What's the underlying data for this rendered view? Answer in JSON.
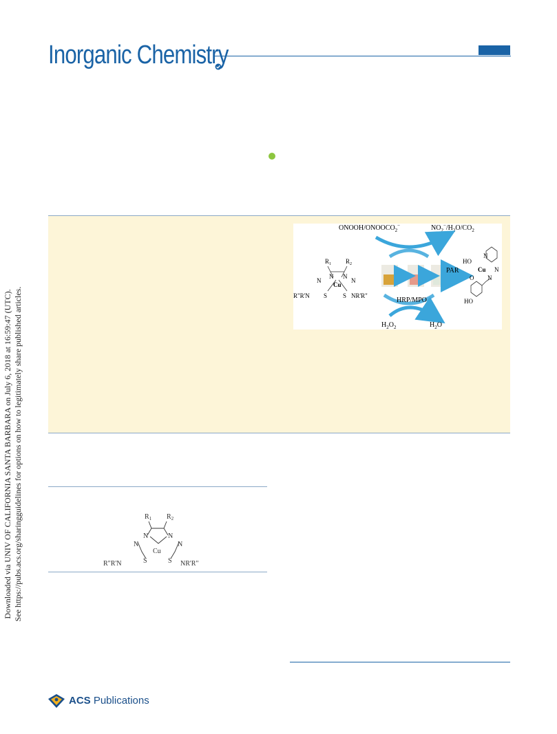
{
  "header": {
    "journal_title": "Inorganic Chemistry"
  },
  "side_note": {
    "line1": "Downloaded via UNIV OF CALIFORNIA SANTA BARBARA on July 6, 2018 at 16:59:47 (UTC).",
    "line2": "See https://pubs.acs.org/sharingguidelines for options on how to legitimately share published articles."
  },
  "toc_graphic": {
    "top_left_label": "ONOOH/ONOOCO",
    "top_left_sub": "2",
    "top_left_sup": "−",
    "top_right_label": "NO",
    "top_right_tail": "/H",
    "top_right_tail2": "O/CO",
    "par_label": "PAR",
    "enzyme_label": "HRP/MPO",
    "bottom_left_label": "H",
    "bottom_left_tail": "O",
    "bottom_right_label": "H",
    "bottom_right_tail": "O",
    "complex": {
      "r1": "R",
      "r2": "R",
      "sub1": "1",
      "sub2": "2",
      "metal": "Cu",
      "n": "N",
      "s": "S",
      "left_amine": "R\"R'N",
      "right_amine": "NR'R\""
    },
    "product": {
      "ho_top": "HO",
      "ho_bottom": "HO",
      "metal": "Cu",
      "o": "O",
      "n": "N"
    },
    "vial_colors": [
      "#d8a33a",
      "#e69a8a",
      "#dfe8dc"
    ],
    "arrow_color": "#3ba6db"
  },
  "scheme_structure": {
    "r1": "R",
    "r2": "R",
    "sub1": "1",
    "sub2": "2",
    "metal": "Cu",
    "n": "N",
    "s": "S",
    "left_amine": "R\"R'N",
    "right_amine": "NR'R\""
  },
  "footer": {
    "logo_bold": "ACS",
    "logo_rest": " Publications"
  },
  "colors": {
    "journal_blue": "#1a63a6",
    "abstract_bg": "#fdf5d8",
    "open_access_green": "#8dc63f"
  }
}
